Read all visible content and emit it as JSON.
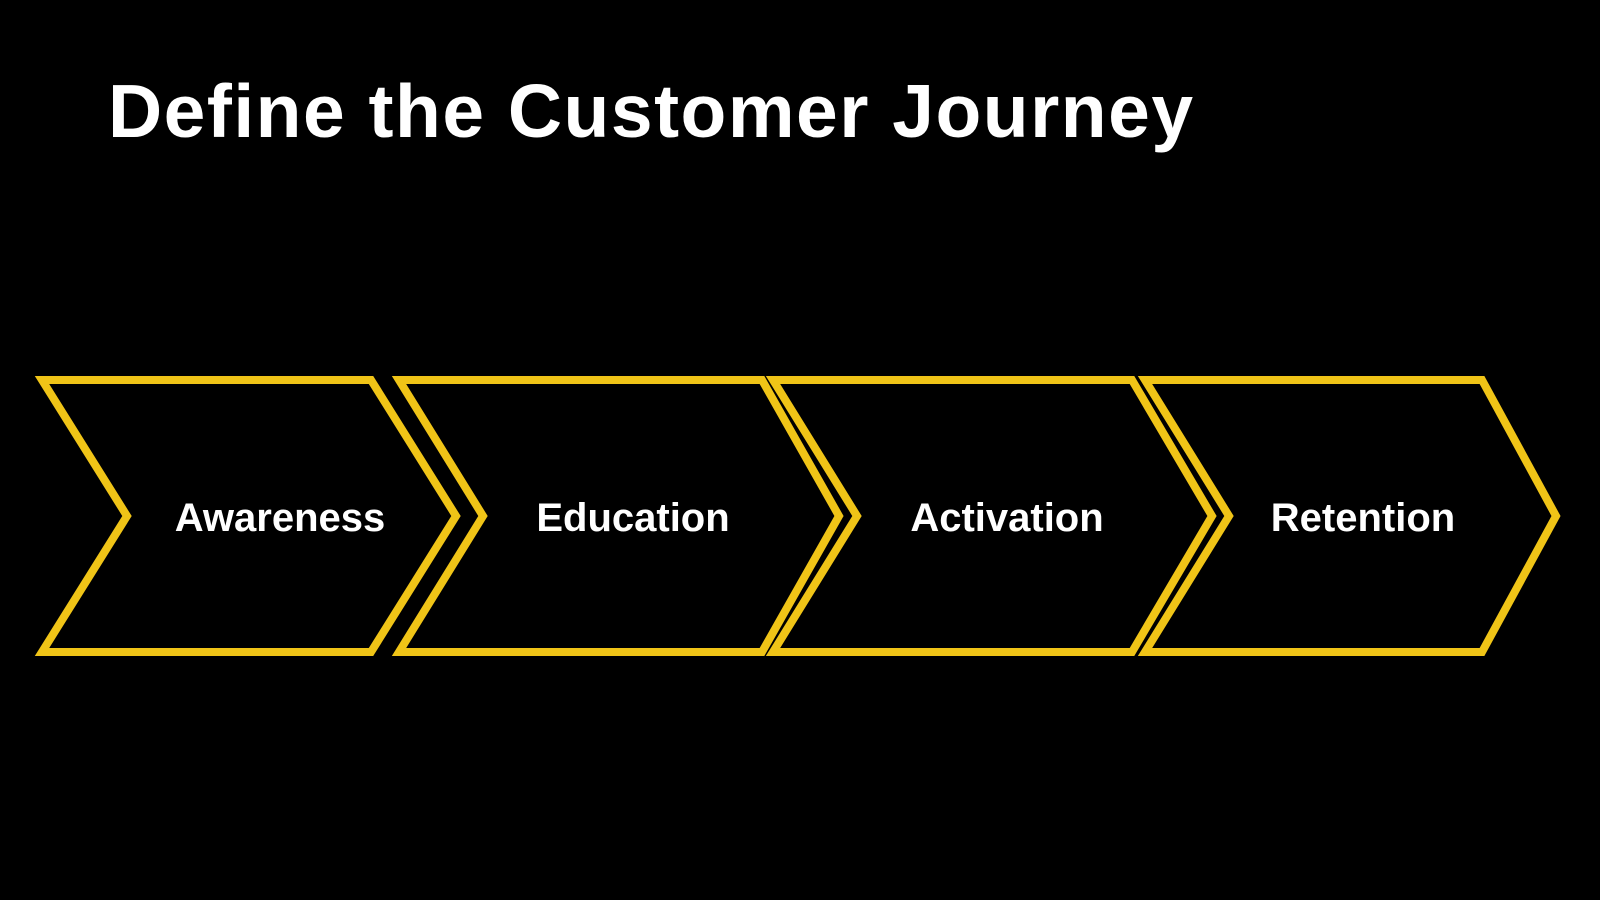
{
  "slide": {
    "title": "Define the Customer Journey",
    "stages": [
      {
        "label": "Awareness"
      },
      {
        "label": "Education"
      },
      {
        "label": "Activation"
      },
      {
        "label": "Retention"
      }
    ],
    "colors": {
      "background": "#000000",
      "title_text": "#FFFFFF",
      "chevron_outline": "#F0C417",
      "stage_label_text": "#FFFFFF"
    }
  }
}
